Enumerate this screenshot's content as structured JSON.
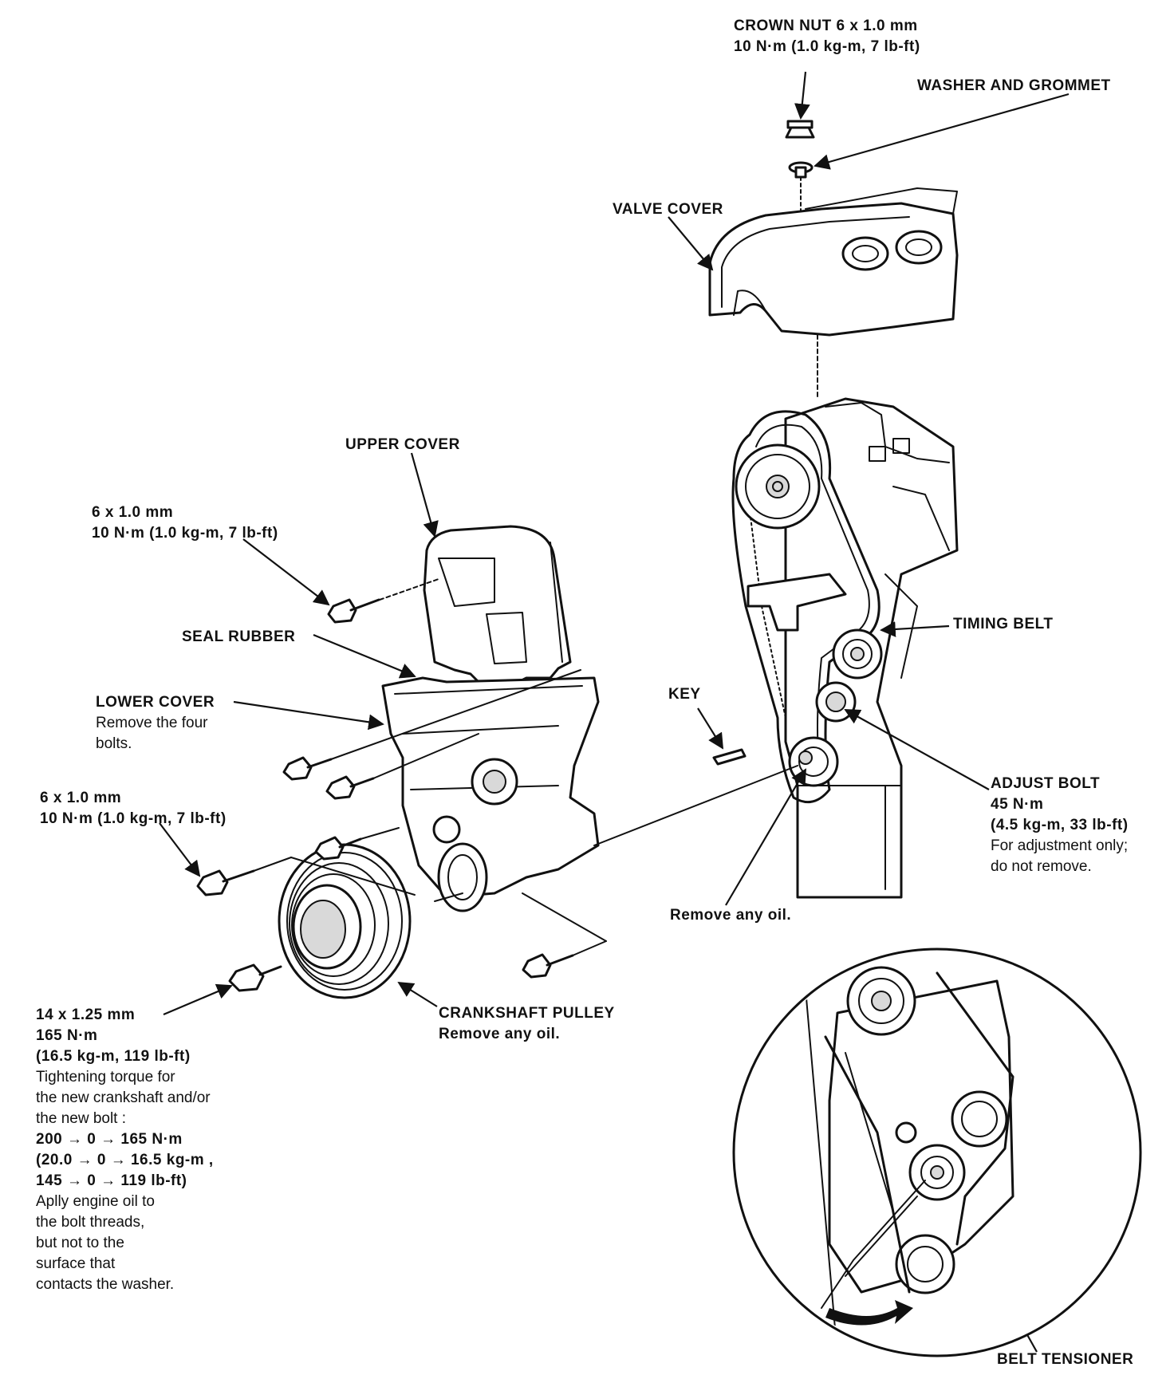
{
  "labels": {
    "crown_nut": [
      "CROWN NUT 6 x 1.0 mm",
      "10 N·m (1.0 kg-m, 7 lb-ft)"
    ],
    "washer_grommet": "WASHER AND GROMMET",
    "valve_cover": "VALVE COVER",
    "upper_cover": "UPPER COVER",
    "bolt_upper": [
      "6 x 1.0 mm",
      "10 N·m (1.0 kg-m, 7 lb-ft)"
    ],
    "seal_rubber": "SEAL RUBBER",
    "lower_cover": "LOWER COVER",
    "lower_cover_note": [
      "Remove the four",
      "bolts."
    ],
    "bolt_lower": [
      "6 x 1.0 mm",
      "10 N·m (1.0 kg-m, 7 lb-ft)"
    ],
    "timing_belt": "TIMING BELT",
    "key": "KEY",
    "adjust_bolt": [
      "ADJUST BOLT",
      "45 N·m",
      "(4.5 kg-m, 33 lb-ft)"
    ],
    "adjust_bolt_note": [
      "For adjustment only;",
      "do not remove."
    ],
    "remove_oil_key": "Remove any oil.",
    "crank_bolt": [
      "14 x 1.25 mm",
      "165 N·m",
      "(16.5 kg-m, 119 lb-ft)"
    ],
    "crank_bolt_note1": [
      "Tightening torque for",
      "the new crankshaft and/or",
      "the new bolt :"
    ],
    "crank_bolt_seq": [
      "200 → 0 → 165 N·m",
      "(20.0 → 0 → 16.5 kg-m ,",
      "145 → 0 → 119 lb-ft)"
    ],
    "crank_bolt_note2": [
      "Aplly engine oil to",
      "the bolt threads,",
      "but not to the",
      "surface that",
      "contacts the washer."
    ],
    "crankshaft_pulley": "CRANKSHAFT PULLEY",
    "crankshaft_pulley_note": "Remove any oil.",
    "belt_tensioner": "BELT TENSIONER"
  }
}
